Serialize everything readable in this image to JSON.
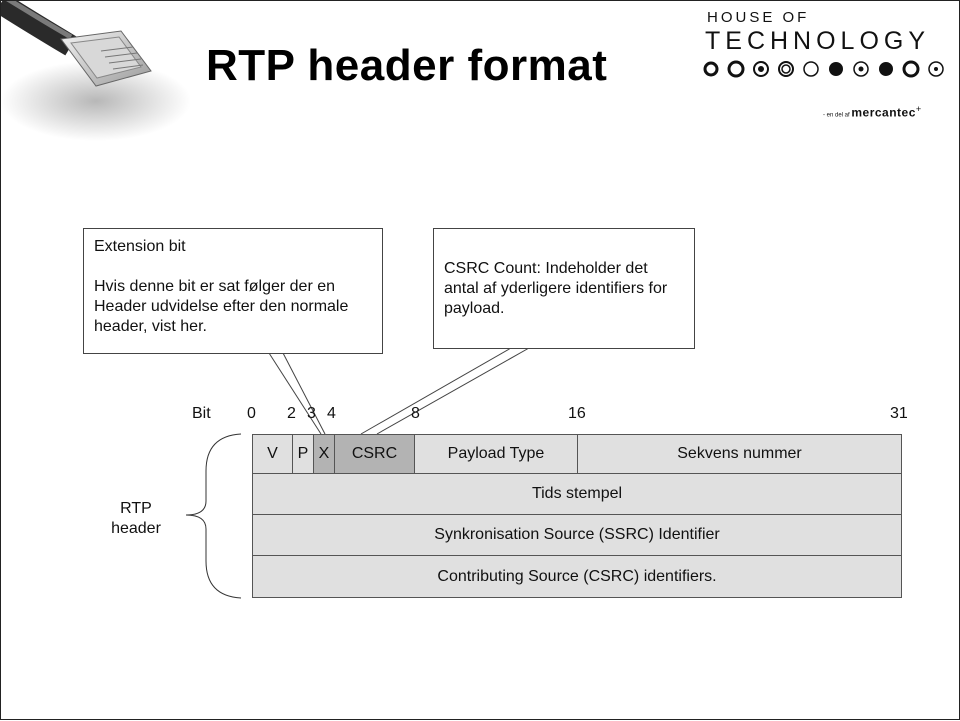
{
  "slide": {
    "title": "RTP header format"
  },
  "logo": {
    "line1": "HOUSE OF",
    "line2": "TECHNOLOGY",
    "tagline_small": "- en del af ",
    "tagline_brand": "mercantec",
    "tagline_mark": "+"
  },
  "callouts": {
    "extension": {
      "heading": "Extension bit",
      "body": "Hvis denne bit er sat følger der en Header udvidelse efter den normale header, vist her."
    },
    "csrc": {
      "body": "CSRC Count: Indeholder det antal af yderligere identifiers for payload."
    }
  },
  "diagram": {
    "bit_label": "Bit",
    "bit_numbers": [
      "0",
      "2",
      "3",
      "4",
      "8",
      "16",
      "31"
    ],
    "row1": {
      "v": "V",
      "p": "P",
      "x": "X",
      "csrc": "CSRC",
      "payload_type": "Payload Type",
      "sequence": "Sekvens nummer"
    },
    "row2": "Tids stempel",
    "row3": "Synkronisation Source (SSRC) Identifier",
    "row4": "Contributing Source (CSRC) identifiers.",
    "side_label_1": "RTP",
    "side_label_2": "header"
  }
}
